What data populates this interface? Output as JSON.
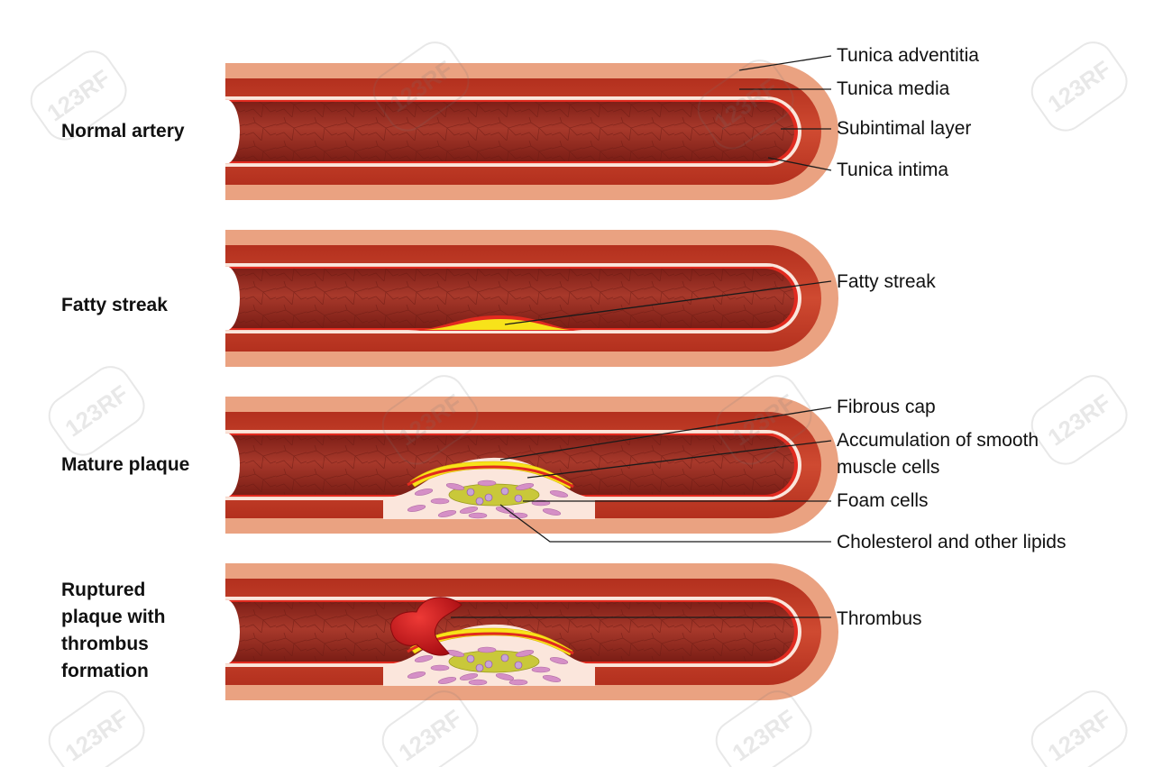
{
  "stages": [
    {
      "label": [
        "Normal artery"
      ]
    },
    {
      "label": [
        "Fatty streak"
      ]
    },
    {
      "label": [
        "Mature plaque"
      ]
    },
    {
      "label": [
        "Ruptured",
        "plaque with",
        "thrombus",
        "formation"
      ]
    }
  ],
  "callouts": {
    "tunica_adventitia": [
      "Tunica adventitia"
    ],
    "tunica_media": [
      "Tunica media"
    ],
    "subintimal_layer": [
      "Subintimal layer"
    ],
    "tunica_intima": [
      "Tunica intima"
    ],
    "fatty_streak": [
      "Fatty streak"
    ],
    "fibrous_cap": [
      "Fibrous cap"
    ],
    "smooth_muscle": [
      "Accumulation of smooth",
      "muscle cells"
    ],
    "foam_cells": [
      "Foam cells"
    ],
    "cholesterol": [
      "Cholesterol and other lipids"
    ],
    "thrombus": [
      "Thrombus"
    ]
  },
  "watermark": "123RF",
  "colors": {
    "adventitia": "#eaa281",
    "media": "#c23b27",
    "intima_line": "#e12a1f",
    "subintimal": "#fbe6dc",
    "lumen": "#9b2d22",
    "fat": "#f7e31a",
    "foam": "#c9c83a",
    "thrombus": "#c8141b",
    "cell": "#d58fc6"
  }
}
